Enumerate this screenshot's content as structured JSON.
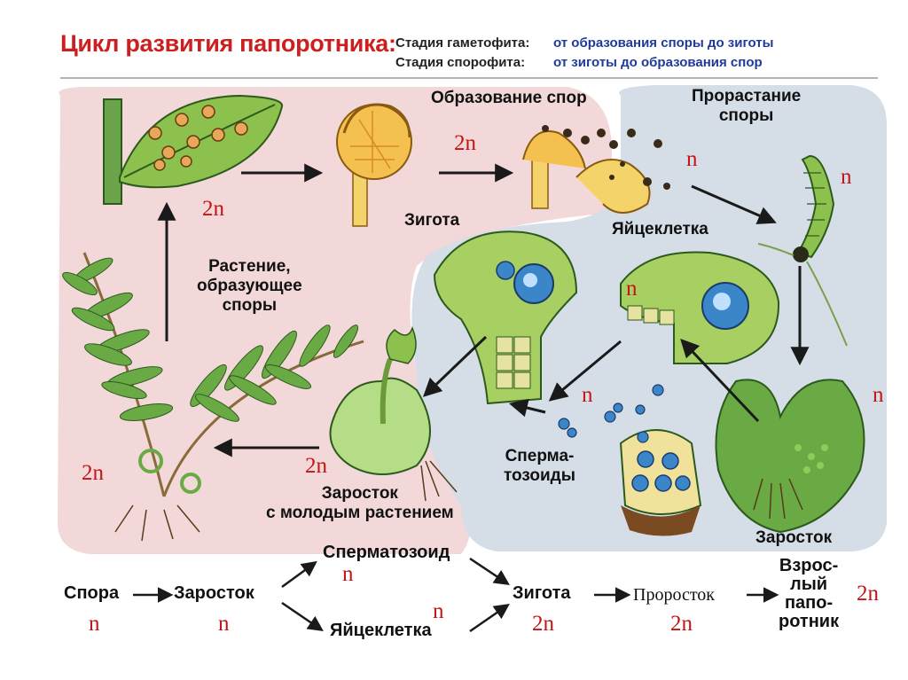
{
  "title": "Цикл развития папоротника:",
  "stages": {
    "gametophyte_label": "Стадия гаметофита:",
    "gametophyte_value": "от образования  споры  до зиготы",
    "sporophyte_label": "Стадия спорофита:",
    "sporophyte_value": "от зиготы    до  образования  спор"
  },
  "labels": {
    "spore_formation": "Образование спор",
    "spore_germination": "Прорастание\nспоры",
    "zygote": "Зигота",
    "egg_cell": "Яйцеклетка",
    "spore_plant": "Растение,\nобразующее\nспоры",
    "spermatozoids": "Сперма-\nтозоиды",
    "prothallus_young": "Заросток\nс молодым растением",
    "prothallus": "Заросток"
  },
  "ploidy": {
    "diploid": "2n",
    "haploid": "n"
  },
  "flow": {
    "spore": "Спора",
    "prothallus": "Заросток",
    "spermatozoid": "Сперматозоид",
    "egg": "Яйцеклетка",
    "zygote": "Зигота",
    "sprout": "Проросток",
    "adult_fern": "Взрос-\nлый\nпапо-\nротник"
  },
  "colors": {
    "sporophyte_zone": "#f2d8d8",
    "gametophyte_zone": "#d5dde6",
    "title": "#cc1f1f",
    "stage_value": "#1f3a9a",
    "ploidy": "#c41414"
  }
}
